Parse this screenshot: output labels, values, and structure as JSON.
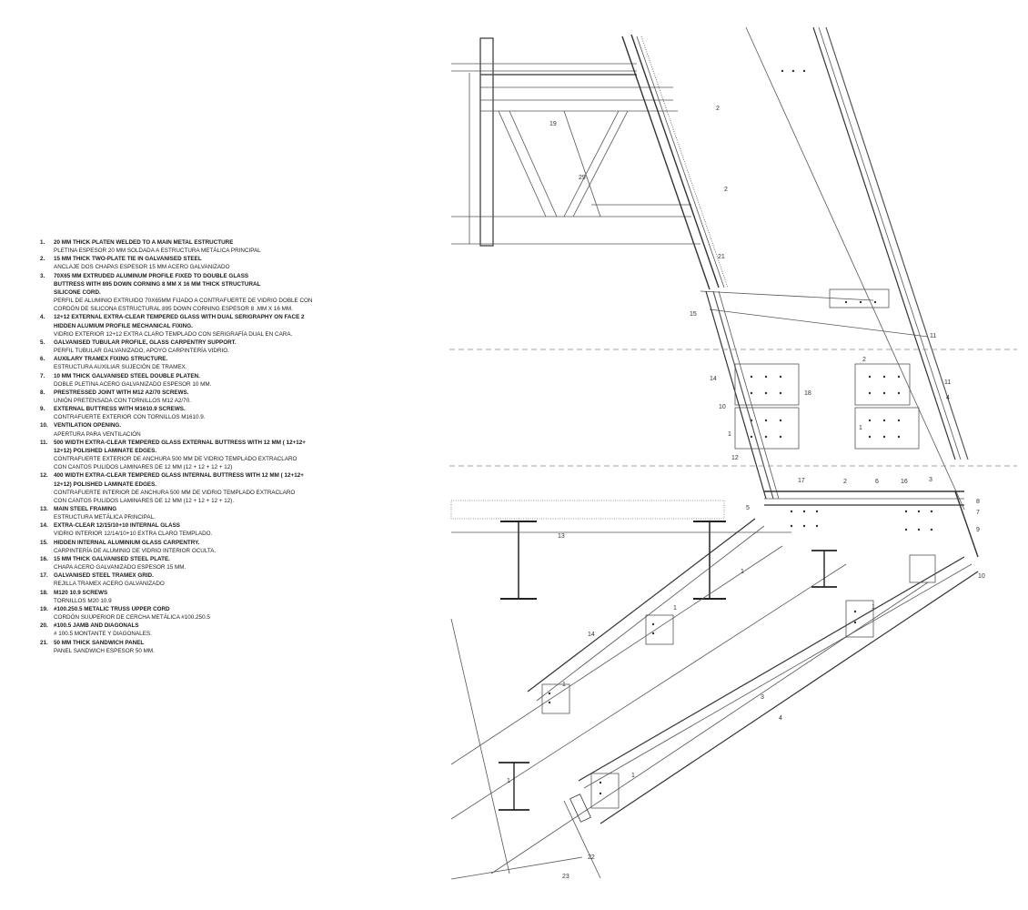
{
  "legend": [
    {
      "num": "1.",
      "en": "20 MM THICK PLATEN WELDED TO A MAIN METAL ESTRUCTURE",
      "es": "PLETINA ESPESOR 20 MM SOLDADA A ESTRUCTURA METÁLICA PRINCIPAL"
    },
    {
      "num": "2.",
      "en": "15 MM THICK TWO-PLATE TIE IN GALVANISED STEEL",
      "es": "ANCLAJE DOS CHAPAS ESPESOR 15 MM ACERO GALVANIZADO"
    },
    {
      "num": "3.",
      "en": "70X65 MM EXTRUDED ALUMINUM PROFILE FIXED TO DOUBLE GLASS\nBUTTRESS WITH 895 DOWN CORNING 8 MM X 16 MM THICK STRUCTURAL\nSILICONE CORD.",
      "es": "PERFIL DE ALUMINIO EXTRUIDO 70X65MM FIJADO A CONTRAFUERTE DE VIDRIO  DOBLE CON\nCORDÓN DE SILICONA ESTRUCTURAL 895 DOWN CORNING ESPESOR 8 .MM X 16 MM."
    },
    {
      "num": "4.",
      "en": "12+12 EXTERNAL EXTRA-CLEAR TEMPERED GLASS WITH DUAL SERIGRAPHY ON FACE 2\nHIDDEN ALUMIUM  PROFILE MECHANICAL FIXING.",
      "es": "VIDRIO EXTERIOR 12+12 EXTRA CLARO TEMPLADO CON SERIGRAFÍA DUAL EN CARA."
    },
    {
      "num": "5.",
      "en": "GALVANISED TUBULAR PROFILE, GLASS CARPENTRY SUPPORT.",
      "es": "PERFIL TUBULAR GALVANIZADO, APOYO CARPINTERÍA VIDRIO."
    },
    {
      "num": "6.",
      "en": "AUXILARY TRAMEX FIXING STRUCTURE.",
      "es": "ESTRUCTURA AUXILIAR SUJECIÓN DE TRAMEX."
    },
    {
      "num": "7.",
      "en": "10 MM THICK GALVANISED STEEL DOUBLE PLATEN.",
      "es": "DOBLE PLETINA ACERO GALVANIZADO  ESPESOR 10 MM."
    },
    {
      "num": "8.",
      "en": "PRESTRESSED JOINT WITH M12 A2/70 SCREWS.",
      "es": "UNIÓN PRETENSADA CON TORNILLOS M12 A2/70."
    },
    {
      "num": "9.",
      "en": "EXTERNAL BUTTRESS WITH M1610.9 SCREWS.",
      "es": "CONTRAFUERTE EXTERIOR CON TORNILLOS M1610.9."
    },
    {
      "num": "10.",
      "en": "VENTILATION OPENING.",
      "es": "APERTURA PARA VENTILACIÓN"
    },
    {
      "num": "11.",
      "en": "500 WIDTH EXTRA-CLEAR TEMPERED GLASS EXTERNAL BUTTRESS WITH 12 MM ( 12+12+\n12+12) POLISHED LAMINATE EDGES.",
      "es": "CONTRAFUERTE EXTERIOR  DE ANCHURA 500 MM DE VIDRIO TEMPLADO EXTRACLARO\nCON CANTOS PULIDOS LAMINARES DE 12 MM (12 + 12 + 12 + 12)"
    },
    {
      "num": "12.",
      "en": "400 WIDTH EXTRA-CLEAR TEMPERED GLASS INTERNAL BUTTRESS WITH 12 MM  ( 12+12+\n12+12) POLISHED LAMINATE EDGES.",
      "es": "CONTRAFUERTE INTERIOR DE ANCHURA 500 MM DE VIDRIO TEMPLADO EXTRACLARO\nCON CANTOS PULIDOS LAMINARES DE 12 MM (12 + 12 + 12 + 12)."
    },
    {
      "num": "13.",
      "en": "MAIN STEEL FRAMING",
      "es": "ESTRUCTURA METÁLICA PRINCIPAL."
    },
    {
      "num": "14.",
      "en": "EXTRA-CLEAR 12/15/10+10 INTERNAL GLASS",
      "es": "VIDRIO INTERIOR 12/14/10+10 EXTRA CLARO TEMPLADO."
    },
    {
      "num": "15.",
      "en": "HIDDEN INTERNAL ALUMINIUM GLASS CARPENTRY.",
      "es": "CARPINTERÍA DE ALUMINIO DE VIDRIO INTERIOR OCULTA."
    },
    {
      "num": "16.",
      "en": "15 MM THICK GALVANISED STEEL PLATE.",
      "es": "CHAPA ACERO GALVANIZADO ESPESOR 15 MM."
    },
    {
      "num": "17.",
      "en": " GALVANISED STEEL TRAMEX GRID.",
      "es": "REJILLA TRAMEX ACERO GALVANIZADO"
    },
    {
      "num": "18.",
      "en": " M120 10.9 SCREWS",
      "es": "TORNILLOS M20 10.9"
    },
    {
      "num": "19.",
      "en": "#100.250.5 METALIC TRUSS UPPER CORD",
      "es": "CORDÓN SUUPERIOR DE CERCHA METÁLICA #100.250.5"
    },
    {
      "num": "20.",
      "en": "#100.5 JAMB AND DIAGONALS",
      "es": "# 100.5 MONTANTE Y DIAGONALES."
    },
    {
      "num": "21.",
      "en": " 50 MM  THICK SANDWICH PANEL",
      "es": "PANEL SANDWICH ESPESOR 50 MM."
    }
  ],
  "drawing": {
    "callouts": [
      "19",
      "2",
      "29",
      "2",
      "21",
      "15",
      "11",
      "14",
      "18",
      "2",
      "11",
      "10",
      "4",
      "1",
      "1",
      "12",
      "17",
      "2",
      "6",
      "16",
      "3",
      "5",
      "8",
      "7",
      "13",
      "9",
      "1",
      "10",
      "1",
      "14",
      "1",
      "1",
      "3",
      "4",
      "1",
      "1",
      "22",
      "23"
    ]
  }
}
